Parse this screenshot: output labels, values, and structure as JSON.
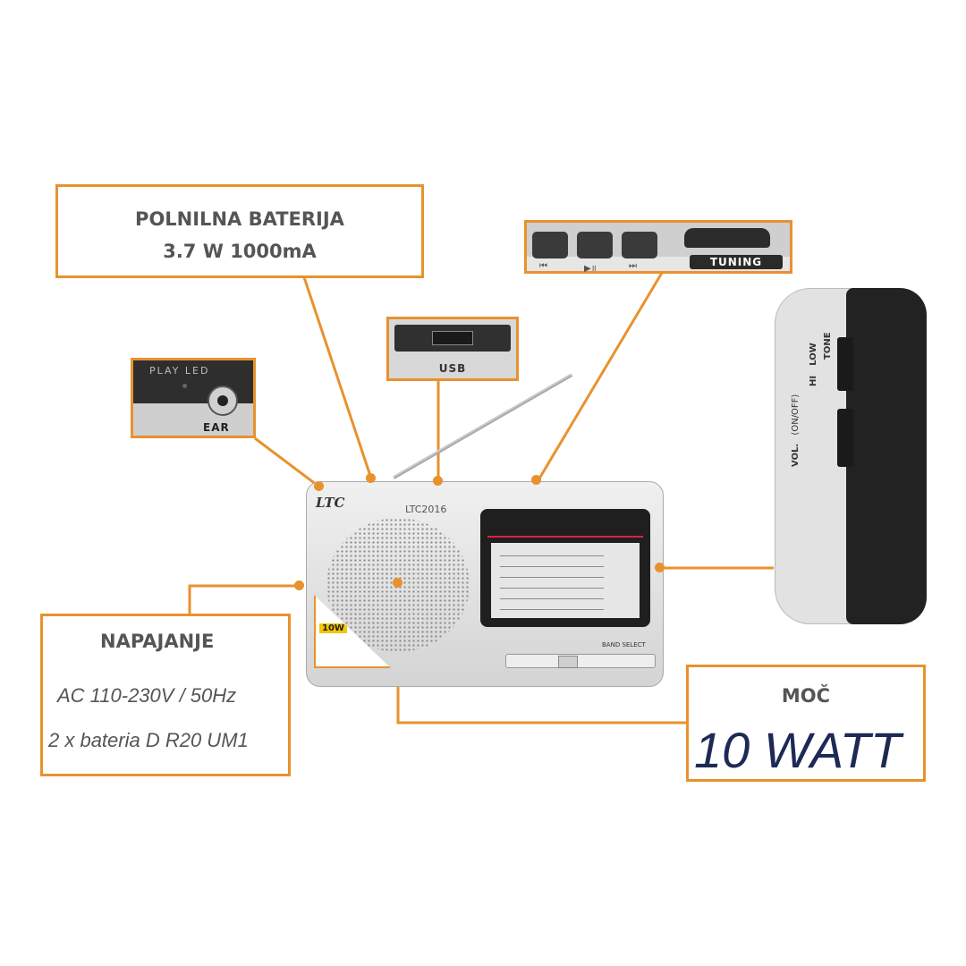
{
  "battery": {
    "title_line1": "POLNILNA BATERIJA",
    "title_line2": "3.7 W 1000mA"
  },
  "usb": {
    "label": "USB"
  },
  "ear_panel": {
    "play_led": "PLAY LED",
    "ear": "EAR"
  },
  "controls": {
    "prev": "⏮",
    "play_pause": "▶॥",
    "next": "⏭",
    "tuning": "TUNING"
  },
  "side": {
    "vol": "VOL.",
    "on_off": "(ON/OFF)",
    "hi": "HI",
    "low": "LOW",
    "tone": "TONE"
  },
  "radio": {
    "brand": "LTC",
    "model": "LTC2016",
    "sticker_power": "10W",
    "band_select": "BAND SELECT"
  },
  "power_supply": {
    "title": "NAPAJANJE",
    "line1": "AC 110-230V / 50Hz",
    "line2": "2 x bateria D R20 UM1"
  },
  "power_output": {
    "title": "MOČ",
    "value": "10 WATT"
  },
  "colors": {
    "accent": "#e8922e",
    "title_text": "#555555",
    "watt_text": "#1c2a55"
  }
}
